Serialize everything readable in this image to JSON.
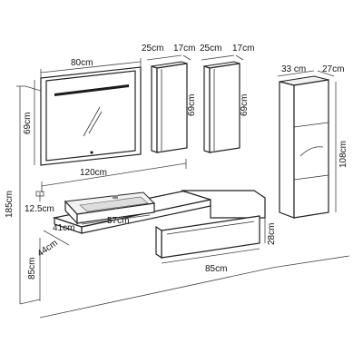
{
  "dimensions": {
    "mirror_width": "80cm",
    "mirror_height": "69cm",
    "cabinet_a_width": "25cm",
    "cabinet_a_depth": "17cm",
    "cabinet_a_height": "69cm",
    "cabinet_b_width": "25cm",
    "cabinet_b_depth": "17cm",
    "cabinet_b_height": "69cm",
    "tall_width": "33 cm",
    "tall_depth": "27cm",
    "tall_height": "108cm",
    "shelf_width": "120cm",
    "total_height": "185cm",
    "basin_height": "12.5cm",
    "basin_depth": "41cm",
    "basin_width": "57cm",
    "shelf_depth": "44cm",
    "floor_height": "85cm",
    "drawer_height": "28cm",
    "drawer_width": "85cm"
  }
}
